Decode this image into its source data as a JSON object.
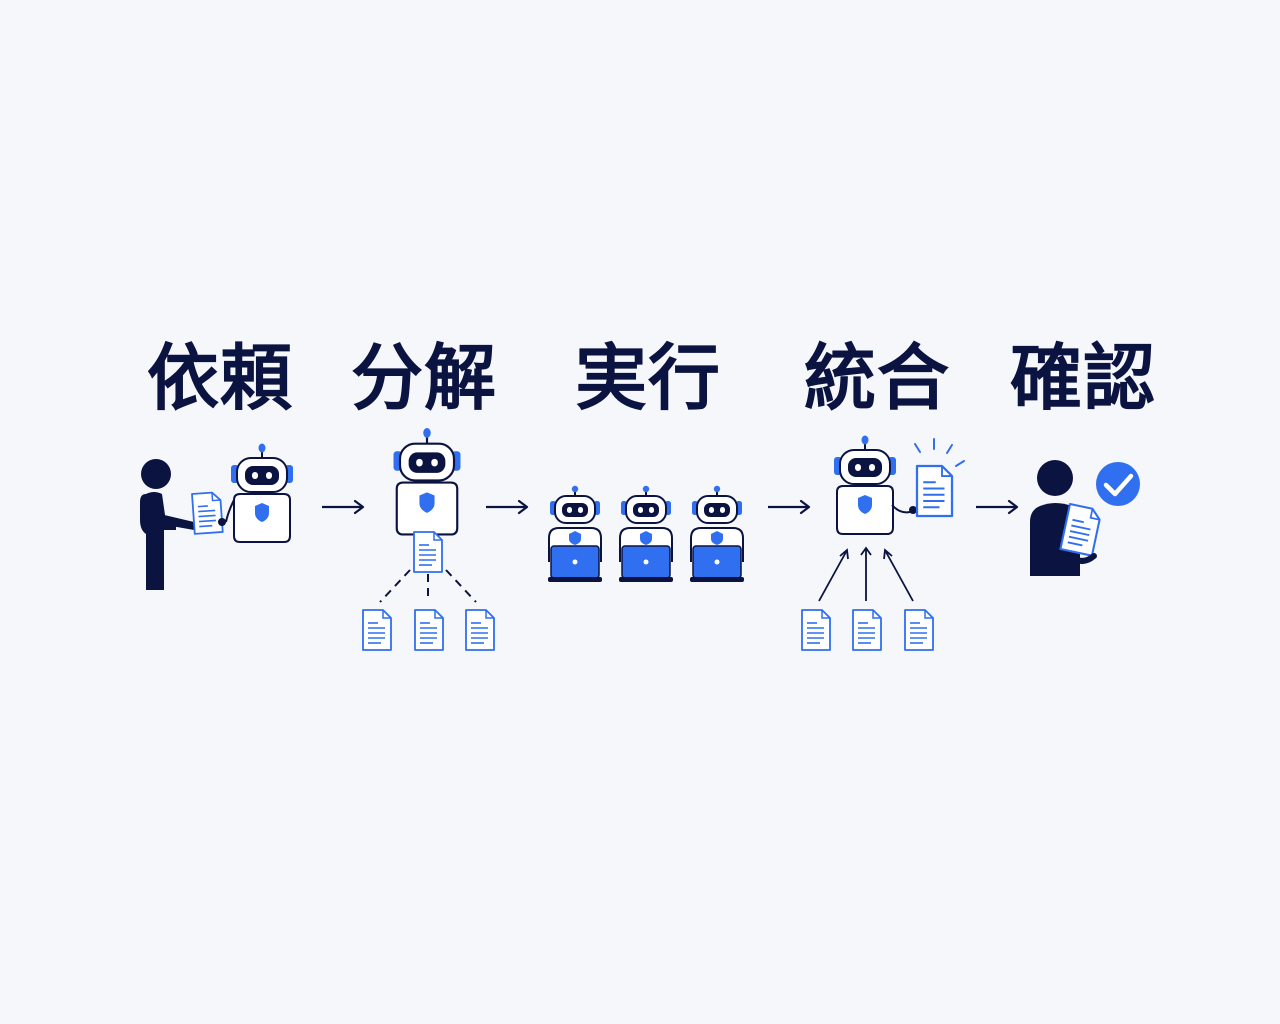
{
  "stages": [
    {
      "label": "依頼"
    },
    {
      "label": "分解"
    },
    {
      "label": "実行"
    },
    {
      "label": "統合"
    },
    {
      "label": "確認"
    }
  ],
  "icons": [
    "person-icon",
    "robot-icon",
    "document-icon",
    "arrow-right-icon",
    "laptop-icon",
    "check-badge-icon"
  ],
  "colors": {
    "navy": "#0b1341",
    "blue": "#2f6ff0",
    "background": "#f5f7fb",
    "white": "#ffffff"
  }
}
